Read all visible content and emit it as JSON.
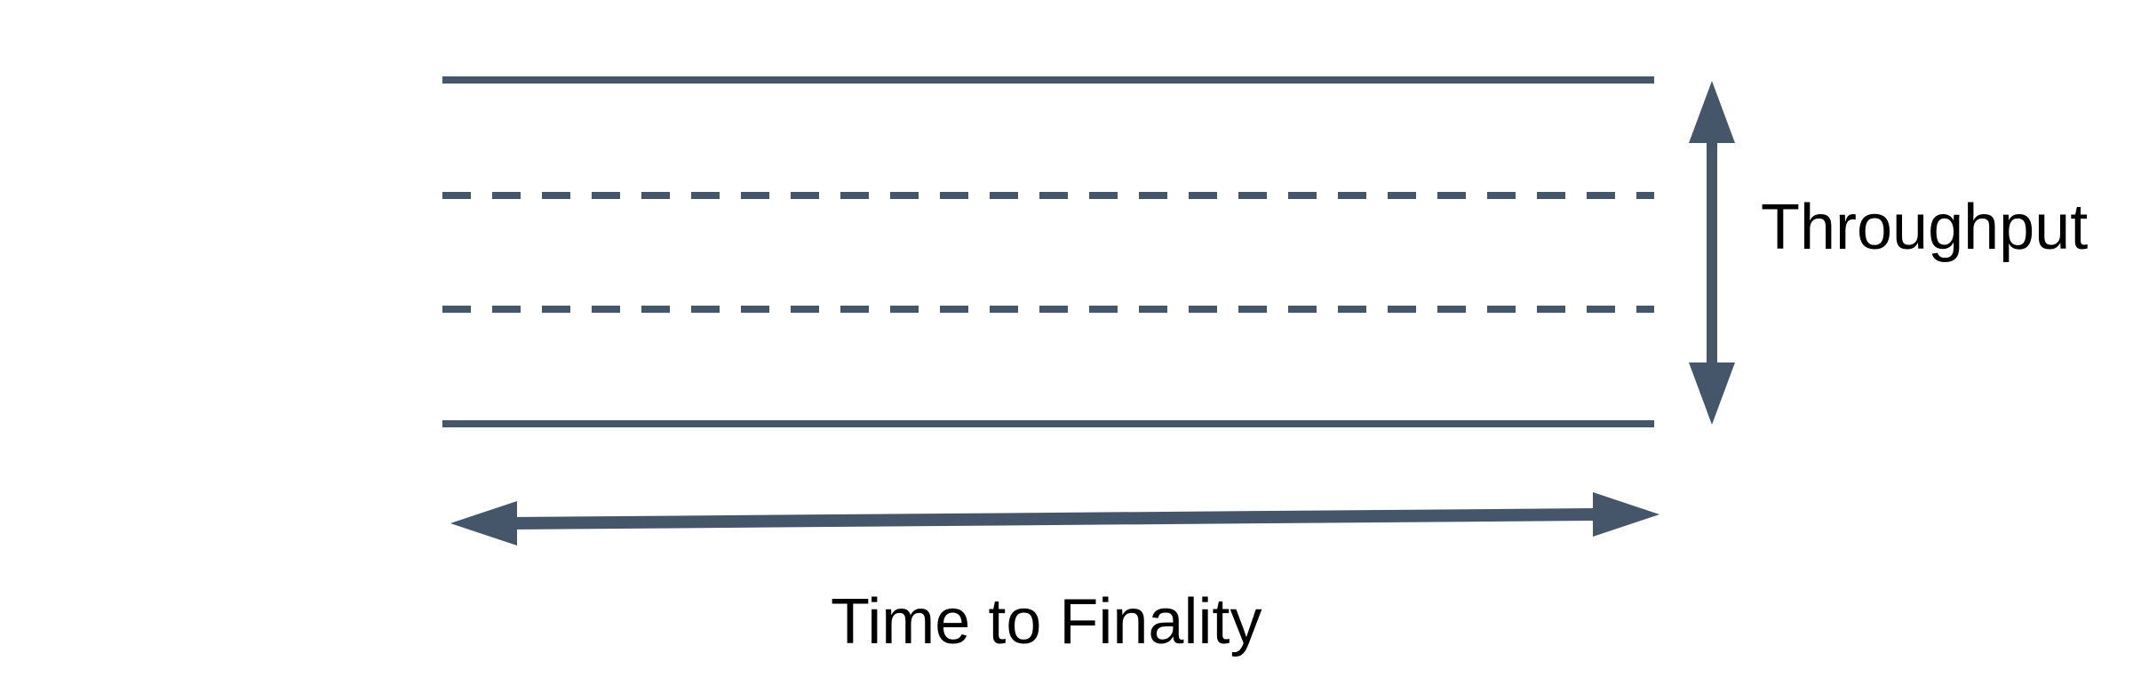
{
  "labels": {
    "throughput": "Throughput",
    "time_to_finality": "Time to Finality"
  },
  "colors": {
    "shape": "#46566a",
    "text": "#000000",
    "background": "#ffffff"
  },
  "diagram": {
    "type": "band-diagram",
    "description_of_pixels": "Horizontal band bounded by two solid lines with two dashed lines inside; vertical double arrow spans band height labeled Throughput; horizontal double arrow spans band width labeled Time to Finality",
    "solid_line_count": 2,
    "dashed_line_count": 2
  }
}
